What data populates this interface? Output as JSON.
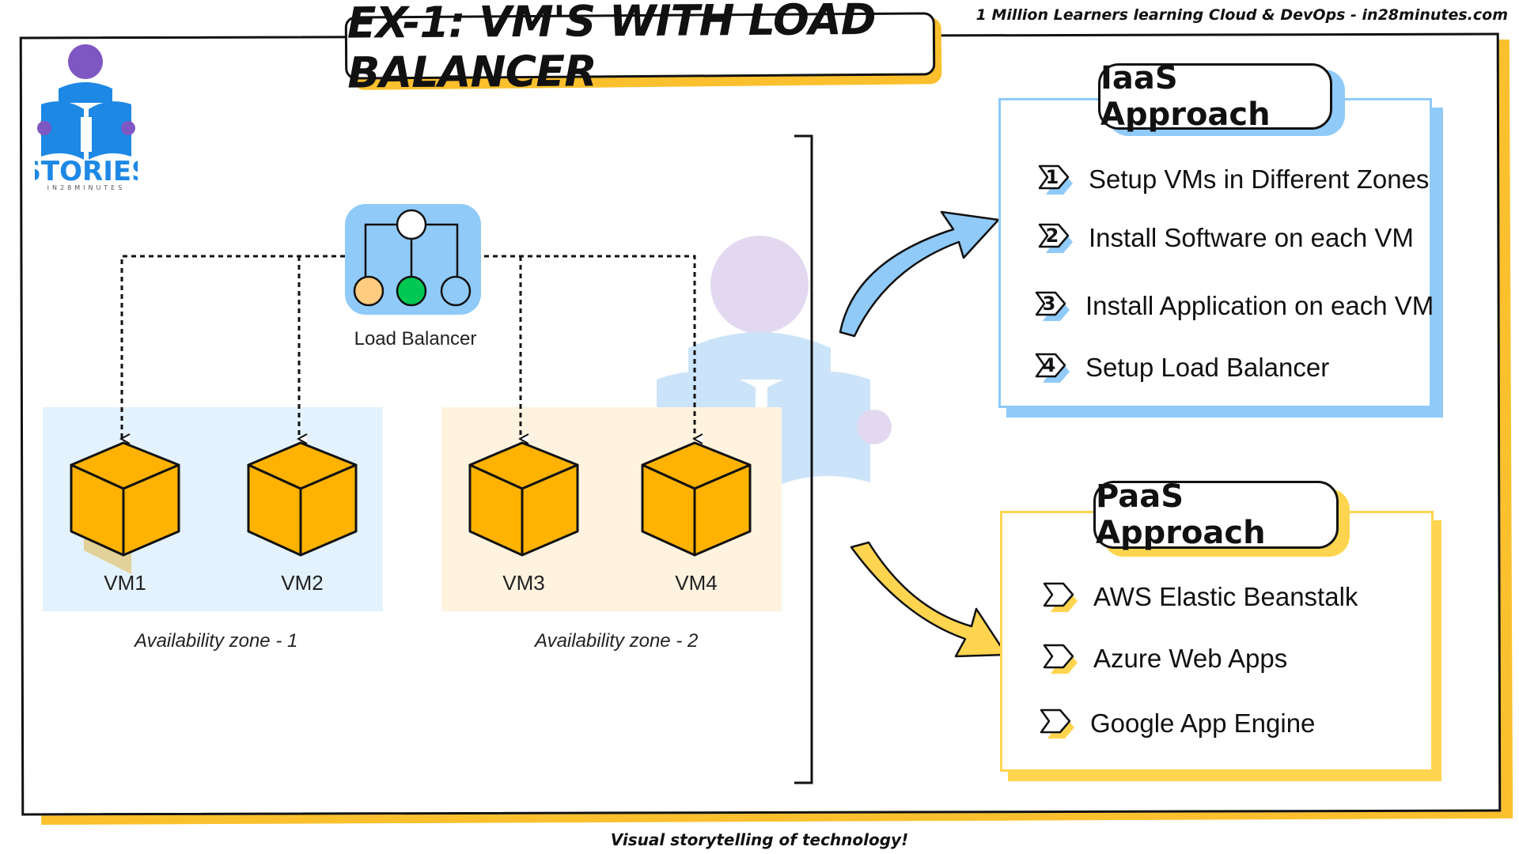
{
  "header": {
    "tagline": "1 Million Learners learning Cloud & DevOps - in28minutes.com",
    "title": "EX-1: VM'S WITH LOAD BALANCER"
  },
  "logo": {
    "text": "STORIES",
    "subtext": "IN28MINUTES"
  },
  "diagram": {
    "load_balancer_label": "Load Balancer",
    "vms": [
      "VM1",
      "VM2",
      "VM3",
      "VM4"
    ],
    "zones": [
      "Availability zone - 1",
      "Availability zone - 2"
    ]
  },
  "iaas": {
    "title": "IaaS Approach",
    "steps": [
      {
        "num": "1",
        "text": "Setup VMs in Different Zones"
      },
      {
        "num": "2",
        "text": "Install Software on each VM"
      },
      {
        "num": "3",
        "text": "Install Application on each VM"
      },
      {
        "num": "4",
        "text": "Setup Load Balancer"
      }
    ]
  },
  "paas": {
    "title": "PaaS Approach",
    "items": [
      "AWS Elastic Beanstalk",
      "Azure Web Apps",
      "Google App Engine"
    ]
  },
  "footer": "Visual storytelling of technology!",
  "colors": {
    "accent_yellow": "#fbc02d",
    "zone1_bg": "#e3f2fd",
    "zone2_bg": "#fff3e0",
    "lb_bg": "#90caf9",
    "cube": "#ffb300",
    "iaas_blue": "#90caf9",
    "paas_yellow": "#ffd54f"
  }
}
